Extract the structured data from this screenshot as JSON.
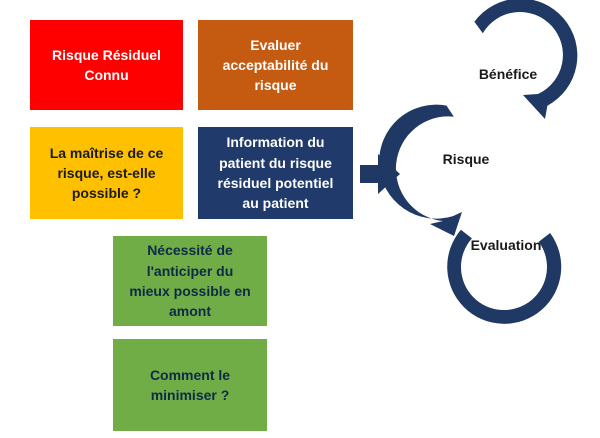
{
  "boxes": {
    "residual": "Risque Résiduel\nConnu",
    "acceptability": "Evaluer\nacceptabilité du\nrisque",
    "control": "La maîtrise de ce\nrisque, est-elle\npossible ?",
    "information": "Information du\npatient du risque\nrésiduel potentiel\nau patient",
    "anticipate": "Nécessité de\nl'anticiper du\nmieux possible en\namont",
    "minimize": "Comment le\nminimiser ?"
  },
  "cycle": {
    "benefit": "Bénéfice",
    "risk": "Risque",
    "evaluation": "Evaluation"
  },
  "colors": {
    "red": "#ff0000",
    "orange": "#c55a11",
    "yellow": "#ffc000",
    "navy": "#1f3a6b",
    "green": "#70ad47",
    "cycle_blue": "#1f3864"
  }
}
